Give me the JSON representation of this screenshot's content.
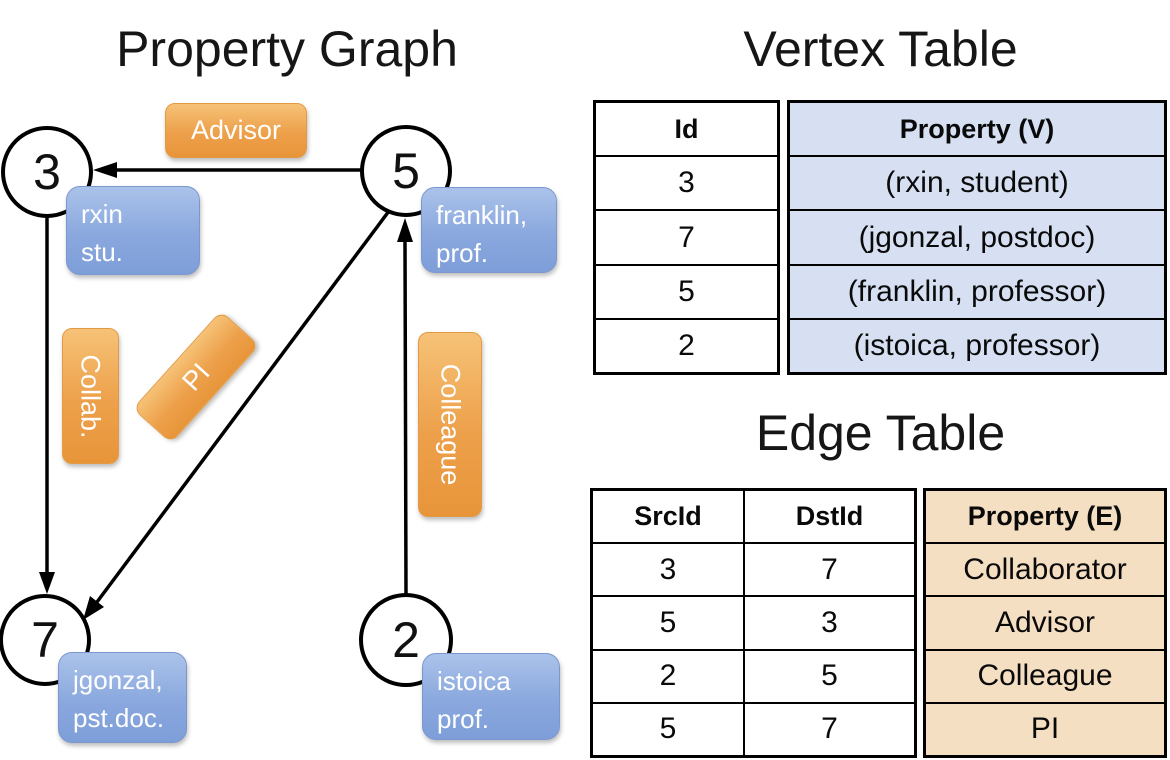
{
  "titles": {
    "property_graph": "Property Graph",
    "vertex_table": "Vertex Table",
    "edge_table": "Edge Table"
  },
  "graph": {
    "nodes": [
      {
        "id": "3"
      },
      {
        "id": "5"
      },
      {
        "id": "7"
      },
      {
        "id": "2"
      }
    ],
    "edge_labels": {
      "advisor": "Advisor",
      "collab": "Collab.",
      "pi": "PI",
      "colleague": "Colleague"
    },
    "vertex_boxes": {
      "rxin": {
        "line1": "rxin",
        "line2": "stu."
      },
      "franklin": {
        "line1": "franklin,",
        "line2": "prof."
      },
      "jgonzal": {
        "line1": "jgonzal,",
        "line2": "pst.doc."
      },
      "istoica": {
        "line1": "istoica",
        "line2": "prof."
      }
    }
  },
  "vertex_table": {
    "headers": {
      "id": "Id",
      "property": "Property (V)"
    },
    "rows": [
      {
        "id": "3",
        "property": "(rxin, student)"
      },
      {
        "id": "7",
        "property": "(jgonzal, postdoc)"
      },
      {
        "id": "5",
        "property": "(franklin, professor)"
      },
      {
        "id": "2",
        "property": "(istoica, professor)"
      }
    ]
  },
  "edge_table": {
    "headers": {
      "src": "SrcId",
      "dst": "DstId",
      "property": "Property (E)"
    },
    "rows": [
      {
        "src": "3",
        "dst": "7",
        "property": "Collaborator"
      },
      {
        "src": "5",
        "dst": "3",
        "property": "Advisor"
      },
      {
        "src": "2",
        "dst": "5",
        "property": "Colleague"
      },
      {
        "src": "5",
        "dst": "7",
        "property": "PI"
      }
    ]
  },
  "colors": {
    "vertex_property_bg": "#d6e0f2",
    "edge_property_bg": "#f5dfc3",
    "orange_light": "#f6c277",
    "orange_dark": "#e8953a",
    "blue_light": "#abc3ea",
    "blue_dark": "#7e9ed9",
    "line": "#000000"
  }
}
